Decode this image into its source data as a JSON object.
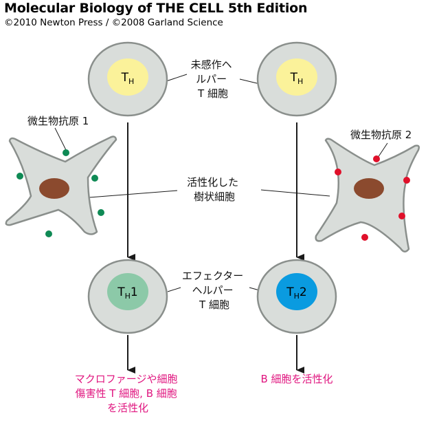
{
  "header": {
    "title": "Molecular Biology of THE CELL 5th Edition",
    "copyright": "©2010 Newton Press / ©2008 Garland Science"
  },
  "cells": {
    "naive_left": {
      "main": "T",
      "sub": "H",
      "suffix": ""
    },
    "naive_right": {
      "main": "T",
      "sub": "H",
      "suffix": ""
    },
    "effector_left": {
      "main": "T",
      "sub": "H",
      "suffix": "1"
    },
    "effector_right": {
      "main": "T",
      "sub": "H",
      "suffix": "2"
    }
  },
  "labels": {
    "naive_helper": [
      "未感作ヘ",
      "ルパー",
      "T 細胞"
    ],
    "activated_dc": [
      "活性化した",
      "樹状細胞"
    ],
    "effector_helper": [
      "エフェクター",
      "ヘルパー",
      "T 細胞"
    ],
    "antigen_1": "微生物抗原 1",
    "antigen_2": "微生物抗原 2"
  },
  "outcomes": {
    "left": [
      "マクロファージや細胞",
      "傷害性 T 細胞, B 細胞",
      "を活性化"
    ],
    "right": [
      "B 細胞を活性化"
    ]
  },
  "colors": {
    "cell_fill": "#d9ddda",
    "cell_stroke": "#8a8f8c",
    "naive_nucleus": "#fbf29a",
    "th1_nucleus": "#8cc9a8",
    "th2_nucleus": "#0a9be0",
    "dc_nucleus": "#8b4a2e",
    "antigen_1_dot": "#0f8a55",
    "antigen_2_dot": "#e0102a",
    "outcome_text": "#e0157f",
    "arrow": "#1a1a1a"
  }
}
